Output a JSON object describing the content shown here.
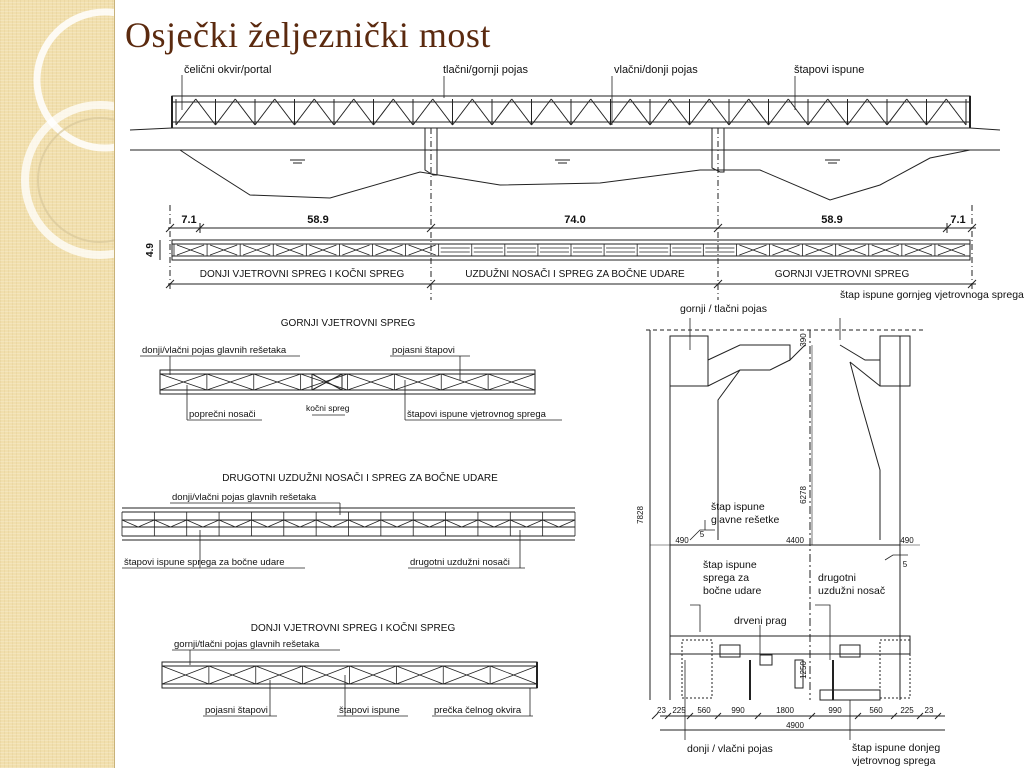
{
  "slide": {
    "title": "Osječki željeznički most"
  },
  "elevation": {
    "labels": {
      "portal": "čelični okvir/portal",
      "top_chord": "tlačni/gornji pojas",
      "bottom_chord": "vlačni/donji pojas",
      "web_members": "štapovi ispune"
    }
  },
  "plan": {
    "spans": [
      "7.1",
      "58.9",
      "74.0",
      "58.9",
      "7.1"
    ],
    "height": "4.9",
    "sections": [
      "DONJI VJETROVNI SPREG I KOČNI SPREG",
      "UZDUŽNI NOSAČI I SPREG ZA BOČNE UDARE",
      "GORNJI VJETROVNI SPREG"
    ]
  },
  "upper_bracing": {
    "title": "GORNJI VJETROVNI SPREG",
    "labels": {
      "chord": "donji/vlačni pojas glavnih rešetaka",
      "chord_members": "pojasni štapovi",
      "cross_beams": "poprečni nosači",
      "brake_bracing": "kočni spreg",
      "bracing_members": "štapovi ispune vjetrovnog sprega"
    }
  },
  "secondary_stringers": {
    "title": "DRUGOTNI UZDUŽNI NOSAČI I SPREG ZA BOČNE UDARE",
    "labels": {
      "chord": "donji/vlačni pojas glavnih rešetaka",
      "lateral_members": "štapovi ispune sprega za bočne udare",
      "stringers": "drugotni uzdužni nosači"
    }
  },
  "lower_bracing": {
    "title": "DONJI VJETROVNI SPREG I KOČNI SPREG",
    "labels": {
      "chord": "gornji/tlačni pojas glavnih rešetaka",
      "chord_members": "pojasni štapovi",
      "web_members": "štapovi ispune",
      "end_frame": "prečka čelnog okvira"
    }
  },
  "cross_section": {
    "labels": {
      "top_chord": "gornji / tlačni pojas",
      "top_bracing_member": "štap ispune gornjeg vjetrovnoga sprega",
      "main_truss_member_1": "štap ispune",
      "main_truss_member_2": "glavne rešetke",
      "lateral_member_1": "štap ispune",
      "lateral_member_2": "sprega za",
      "lateral_member_3": "bočne udare",
      "stringer_1": "drugotni",
      "stringer_2": "uzdužni nosač",
      "sleeper": "drveni prag",
      "bottom_chord": "donji / vlačni pojas",
      "bottom_bracing_member_1": "štap ispune donjeg",
      "bottom_bracing_member_2": "vjetrovnog sprega"
    },
    "dims": {
      "total_height": "7828",
      "inner_height": "6278",
      "top_gap": "390",
      "width_inner": "4400",
      "side_left": "490",
      "side_right": "490",
      "slope_left": "5",
      "slope_right": "5",
      "deck_height": "1250",
      "bottom_row": [
        "23",
        "225",
        "560",
        "990",
        "1800",
        "990",
        "560",
        "225",
        "23"
      ],
      "total_width": "4900"
    }
  }
}
